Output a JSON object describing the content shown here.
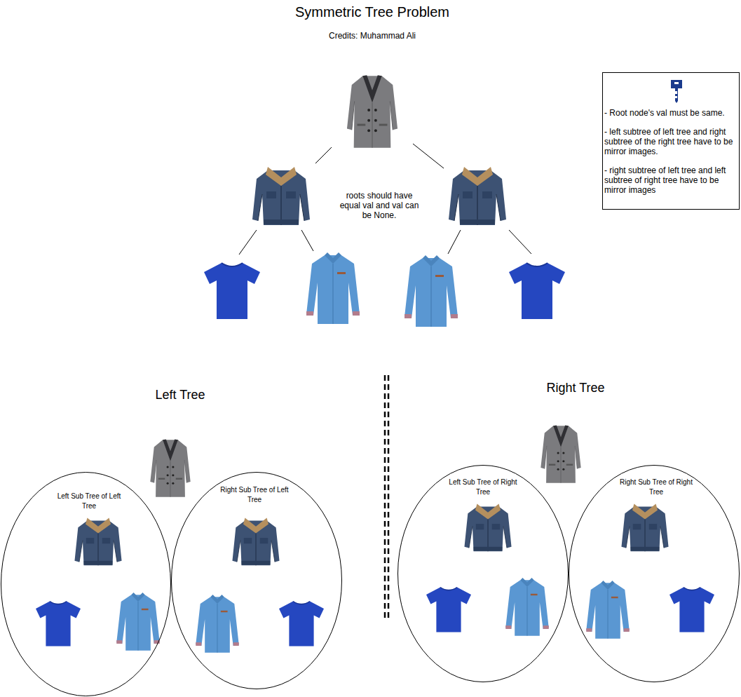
{
  "diagram": {
    "title": "Symmetric Tree Problem",
    "nodes": [
      {
        "text": [
          "- Root node's val must be same.",
          "- left subtree of left tree and right subtree of the right tree have to be mirror images.",
          "- right subtree of left tree and left subtree of right tree have to be mirror images"
        ]
      },
      {
        "text": [
          "Left Sub Tree of Left Tree"
        ]
      },
      {
        "text": [
          "Right Sub Tree of Left Tree"
        ]
      },
      {
        "text": [
          "Left Sub Tree of Right Tree"
        ]
      },
      {
        "text": [
          "Right Sub Tree of Right Tree"
        ]
      }
    ],
    "labels": [
      "Credits: Muhammad Ali",
      "roots should have equal val and val can be None.",
      "Left Tree",
      "Right Tree"
    ]
  }
}
